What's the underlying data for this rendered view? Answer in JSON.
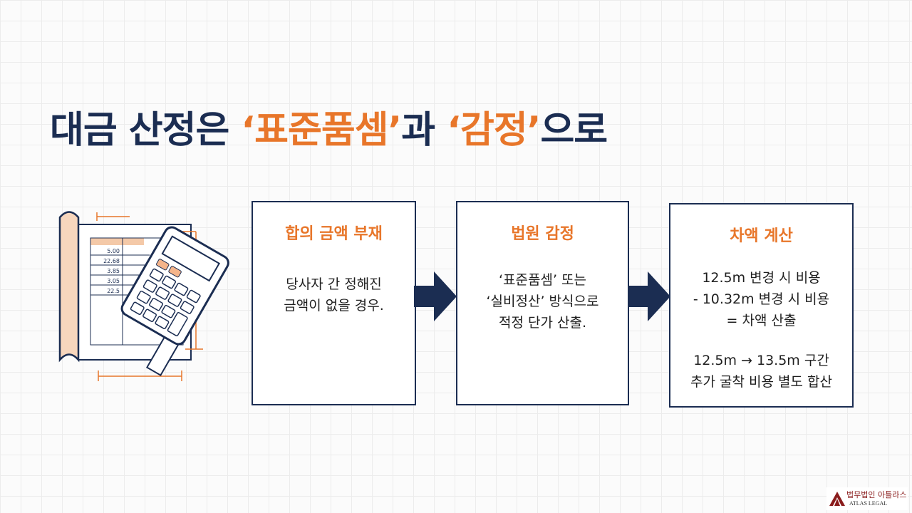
{
  "title": {
    "part1": "대금 산정은 ",
    "highlight1": "‘표준품셈’",
    "part2": "과 ",
    "highlight2": "‘감정’",
    "part3": "으로"
  },
  "steps": [
    {
      "heading": "합의 금액 부재",
      "lines": [
        "당사자 간 정해진",
        "금액이 없을 경우."
      ]
    },
    {
      "heading": "법원 감정",
      "lines": [
        "‘표준품셈’ 또는",
        "‘실비정산’ 방식으로",
        "적정 단가 산출."
      ]
    },
    {
      "heading": "차액 계산",
      "lines": [
        "12.5m 변경 시 비용",
        "- 10.32m 변경 시 비용",
        "= 차액 산출",
        "12.5m → 13.5m 구간",
        "추가 굴착 비용 별도 합산"
      ]
    }
  ],
  "illustration": {
    "ledger_values": [
      "5.00",
      "22.68",
      "3.85",
      "3.05",
      "22.5"
    ]
  },
  "logo": {
    "korean": "법무법인 아틀라스",
    "english": "ATLAS LEGAL"
  },
  "colors": {
    "navy": "#1b2d52",
    "orange": "#e8762a"
  }
}
